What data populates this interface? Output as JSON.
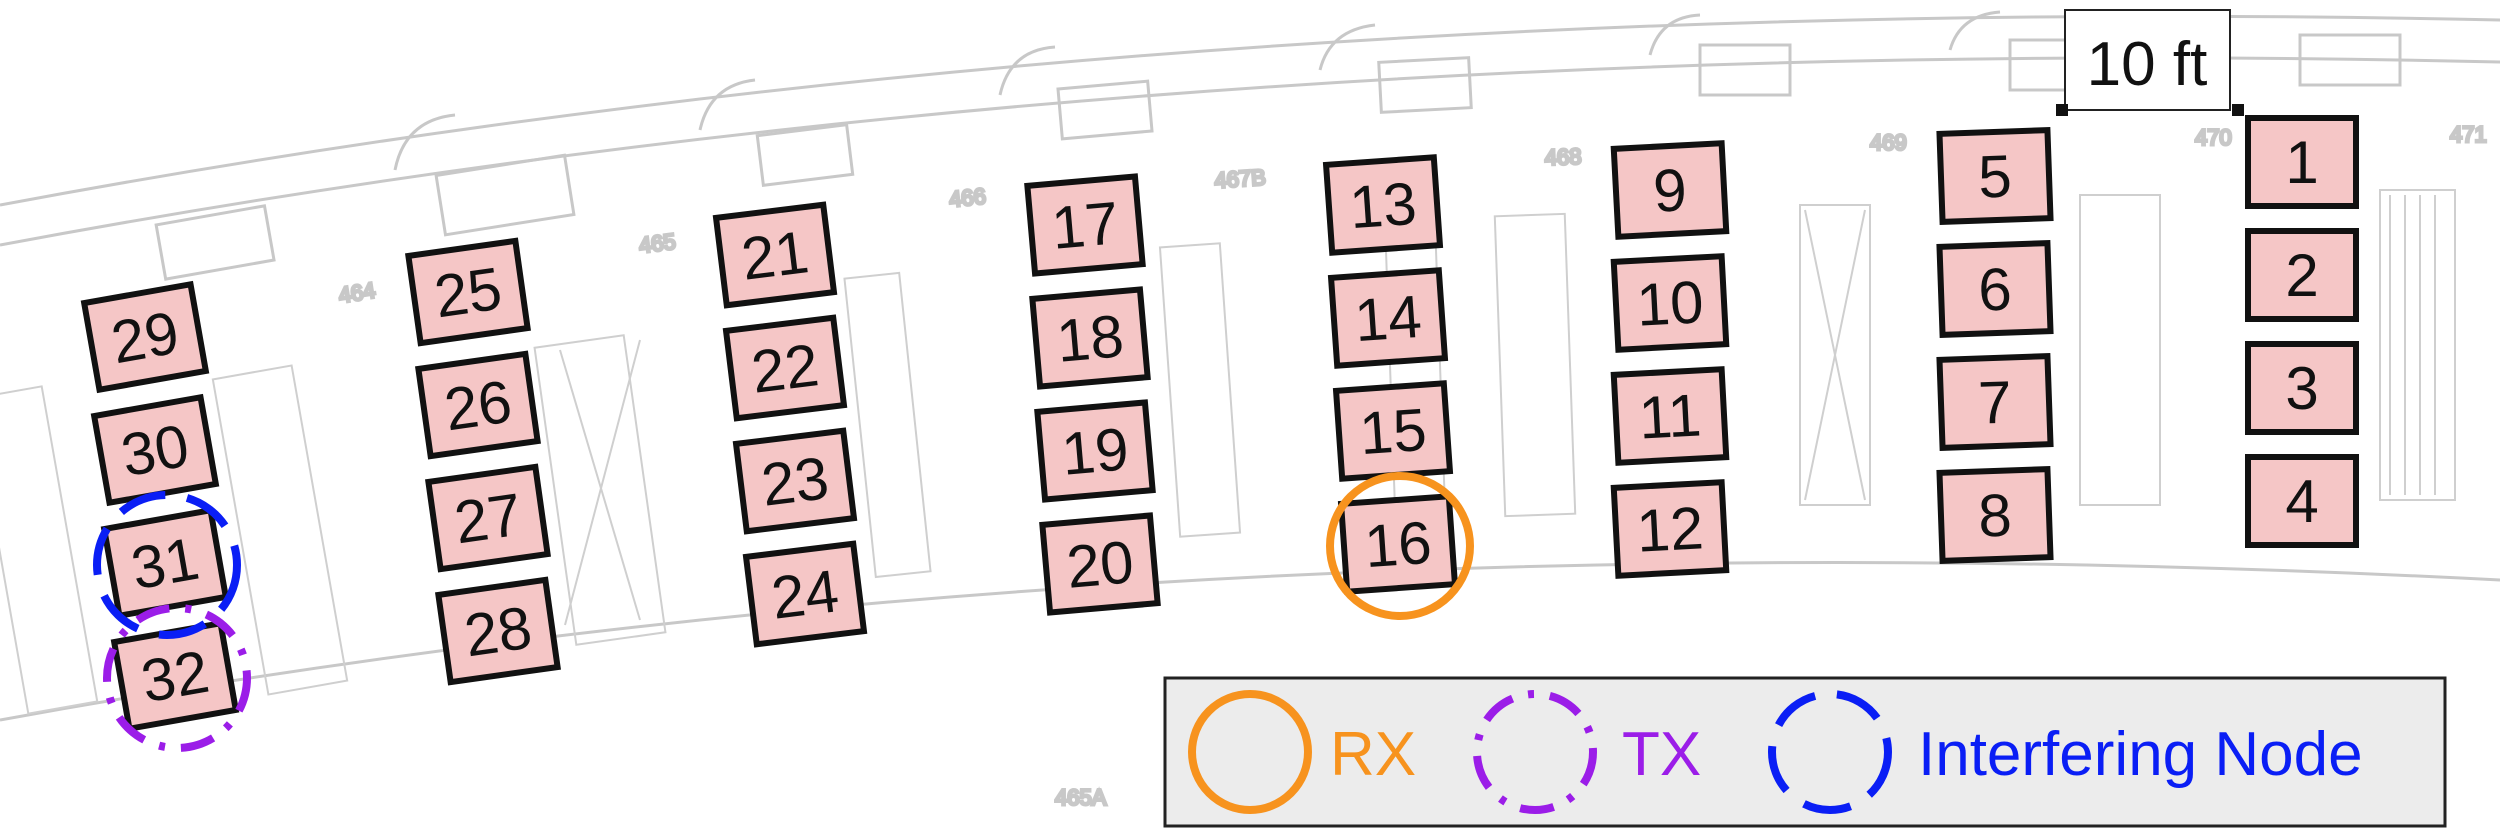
{
  "rooms": [
    "464",
    "465",
    "466",
    "467B",
    "468",
    "469",
    "470",
    "471",
    "465A"
  ],
  "scale_bar": {
    "label": "10 ft"
  },
  "nodes": [
    {
      "id": "1",
      "column": 1,
      "row": 1
    },
    {
      "id": "2",
      "column": 1,
      "row": 2
    },
    {
      "id": "3",
      "column": 1,
      "row": 3
    },
    {
      "id": "4",
      "column": 1,
      "row": 4
    },
    {
      "id": "5",
      "column": 2,
      "row": 1
    },
    {
      "id": "6",
      "column": 2,
      "row": 2
    },
    {
      "id": "7",
      "column": 2,
      "row": 3
    },
    {
      "id": "8",
      "column": 2,
      "row": 4
    },
    {
      "id": "9",
      "column": 3,
      "row": 1
    },
    {
      "id": "10",
      "column": 3,
      "row": 2
    },
    {
      "id": "11",
      "column": 3,
      "row": 3
    },
    {
      "id": "12",
      "column": 3,
      "row": 4
    },
    {
      "id": "13",
      "column": 4,
      "row": 1
    },
    {
      "id": "14",
      "column": 4,
      "row": 2
    },
    {
      "id": "15",
      "column": 4,
      "row": 3
    },
    {
      "id": "16",
      "column": 4,
      "row": 4
    },
    {
      "id": "17",
      "column": 5,
      "row": 1
    },
    {
      "id": "18",
      "column": 5,
      "row": 2
    },
    {
      "id": "19",
      "column": 5,
      "row": 3
    },
    {
      "id": "20",
      "column": 5,
      "row": 4
    },
    {
      "id": "21",
      "column": 6,
      "row": 1
    },
    {
      "id": "22",
      "column": 6,
      "row": 2
    },
    {
      "id": "23",
      "column": 6,
      "row": 3
    },
    {
      "id": "24",
      "column": 6,
      "row": 4
    },
    {
      "id": "25",
      "column": 7,
      "row": 1
    },
    {
      "id": "26",
      "column": 7,
      "row": 2
    },
    {
      "id": "27",
      "column": 7,
      "row": 3
    },
    {
      "id": "28",
      "column": 7,
      "row": 4
    },
    {
      "id": "29",
      "column": 8,
      "row": 1
    },
    {
      "id": "30",
      "column": 8,
      "row": 2
    },
    {
      "id": "31",
      "column": 8,
      "row": 3
    },
    {
      "id": "32",
      "column": 8,
      "row": 4
    }
  ],
  "roles": {
    "rx": "16",
    "tx": "32",
    "interfering": "31"
  },
  "legend": {
    "items": [
      {
        "key": "rx",
        "label": "RX",
        "color": "#f7931e",
        "dash": "solid"
      },
      {
        "key": "tx",
        "label": "TX",
        "color": "#9b1de8",
        "dash": "dash-dot"
      },
      {
        "key": "interfering",
        "label": "Interfering Node",
        "color": "#0a1ef5",
        "dash": "dashed"
      }
    ]
  },
  "colors": {
    "node_fill": "#f5c6c6",
    "node_border": "#111111",
    "floorplan_line": "#c8c8c8"
  }
}
